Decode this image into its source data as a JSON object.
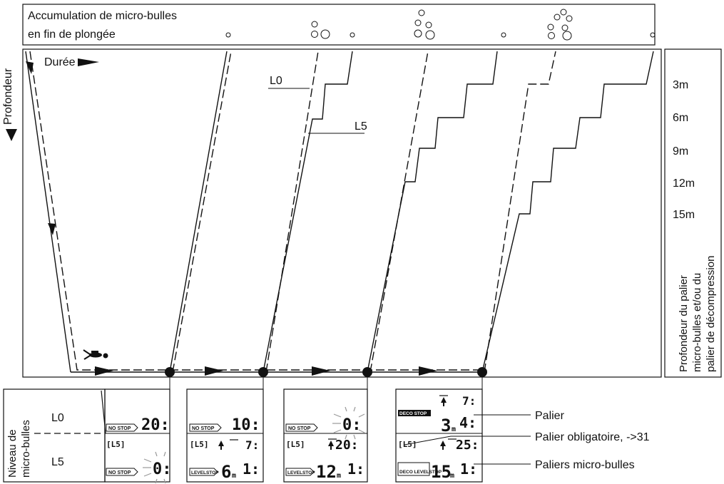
{
  "header": {
    "line1": "Accumulation de micro-bulles",
    "line2": "en fin de plongée"
  },
  "axes": {
    "time_label": "Durée",
    "depth_label": "Profondeur"
  },
  "curves": {
    "l0": "L0",
    "l5": "L5"
  },
  "stop_depths": [
    "3m",
    "6m",
    "9m",
    "12m",
    "15m"
  ],
  "side_caption": {
    "line1": "Profondeur du palier",
    "line2": "micro-bulles et/ou du",
    "line3": "palier de décompression"
  },
  "legend": {
    "line1": "Niveau de",
    "line2": "micro-bulles",
    "l0": "L0",
    "l5": "L5"
  },
  "panels": [
    {
      "top": {
        "badge": "NO STOP",
        "value": "20:"
      },
      "bottom": {
        "level": "[L5]",
        "badge": "NO STOP",
        "value": "0:",
        "blink": true
      }
    },
    {
      "top": {
        "badge": "NO STOP",
        "value": "10:"
      },
      "bottom": {
        "level": "[L5]",
        "ascent": "7:",
        "badge": "LEVELSTOP",
        "depth": "6",
        "unit": "m",
        "time": "1:"
      }
    },
    {
      "top": {
        "badge": "NO STOP",
        "value": "0:",
        "blink": true
      },
      "bottom": {
        "level": "[L5]",
        "ascent": "20:",
        "badge": "LEVELSTOP",
        "depth": "12",
        "unit": "m",
        "time": "1:"
      }
    },
    {
      "top": {
        "ascent": "7:",
        "badge": "DECO STOP",
        "depth": "3",
        "unit": "m",
        "time": "4:"
      },
      "bottom": {
        "level": "[L5]",
        "ascent": "25:",
        "badge": "DECO LEVELSTOP",
        "depth": "15",
        "unit": "m",
        "time": "1:"
      }
    }
  ],
  "callouts": {
    "palier": "Palier",
    "obligatoire": "Palier obligatoire, ->31",
    "micro": "Paliers micro-bulles"
  }
}
